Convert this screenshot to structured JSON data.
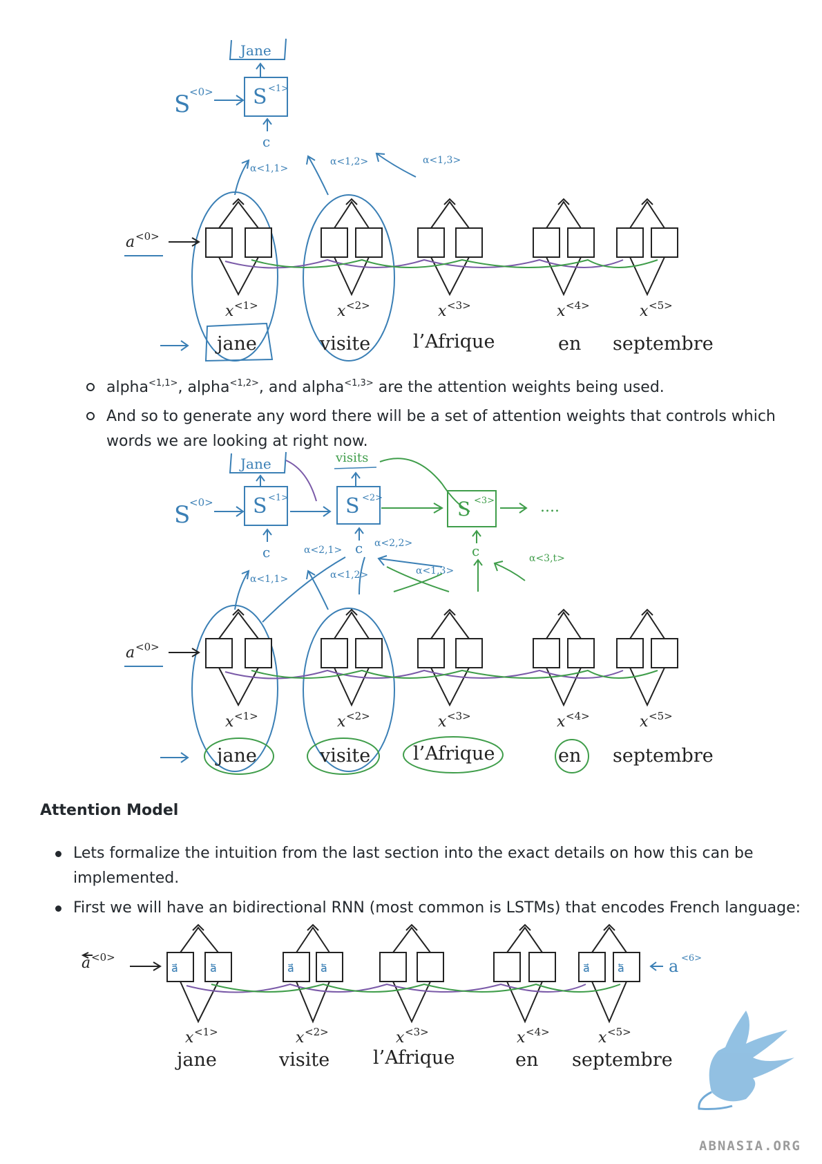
{
  "diagram1": {
    "output_word": "Jane",
    "s0_label": "S",
    "s0_sup": "<0>",
    "s1_label": "S",
    "s1_sup": "<1>",
    "context_label": "c",
    "alpha_labels": [
      "α<1,1>",
      "α<1,2>",
      "α<1,3>"
    ],
    "a0_label": "a",
    "a0_sup": "<0>",
    "x_labels": [
      "x",
      "x",
      "x",
      "x",
      "x"
    ],
    "x_sups": [
      "<1>",
      "<2>",
      "<3>",
      "<4>",
      "<5>"
    ],
    "words": [
      "jane",
      "visite",
      "l’Afrique",
      "en",
      "septembre"
    ]
  },
  "bullets_a": [
    {
      "parts": [
        "alpha",
        "<1,1>",
        ", alpha",
        "<1,2>",
        ", and alpha",
        "<1,3>",
        " are the attention weights being used."
      ]
    },
    {
      "line1": "And so to generate any word there will be a set of attention weights that controls which",
      "line2": "words we are looking at right now."
    }
  ],
  "diagram2": {
    "output_words": [
      "Jane",
      "visits"
    ],
    "s0_label": "S",
    "s0_sup": "<0>",
    "s_labels": [
      "S",
      "S",
      "S"
    ],
    "s_sups": [
      "<1>",
      "<2>",
      "<3>"
    ],
    "ellipsis": "....",
    "context_label": "c",
    "alpha_labels": [
      "α<1,1>",
      "α<1,2>",
      "α<1,3>",
      "α<2,1>",
      "α<2,2>",
      "α<3,t>"
    ],
    "a0_label": "a",
    "a0_sup": "<0>",
    "x_labels": [
      "x",
      "x",
      "x",
      "x",
      "x"
    ],
    "x_sups": [
      "<1>",
      "<2>",
      "<3>",
      "<4>",
      "<5>"
    ],
    "words": [
      "jane",
      "visite",
      "l’Afrique",
      "en",
      "septembre"
    ]
  },
  "section": {
    "heading": "Attention Model"
  },
  "bullets_b": [
    {
      "line1": "Lets formalize the intuition from the last section into the exact details on how this can be",
      "line2": "implemented."
    },
    {
      "line1": "First we will have an bidirectional RNN (most common is LSTMs) that encodes French language:"
    }
  ],
  "diagram3": {
    "a0_label": "a",
    "a0_sup": "<0>",
    "a6_label": "a",
    "a6_sup": "<6>",
    "x_labels": [
      "x",
      "x",
      "x",
      "x",
      "x"
    ],
    "x_sups": [
      "<1>",
      "<2>",
      "<3>",
      "<4>",
      "<5>"
    ],
    "words": [
      "jane",
      "visite",
      "l’Afrique",
      "en",
      "septembre"
    ]
  },
  "watermark": {
    "text": "ABNASIA.ORG"
  },
  "colors": {
    "handwriting_blue": "#3a7fb5",
    "handwriting_green": "#3f9d4a",
    "arrow_purple": "#7a5aa8",
    "text": "#24292e"
  }
}
